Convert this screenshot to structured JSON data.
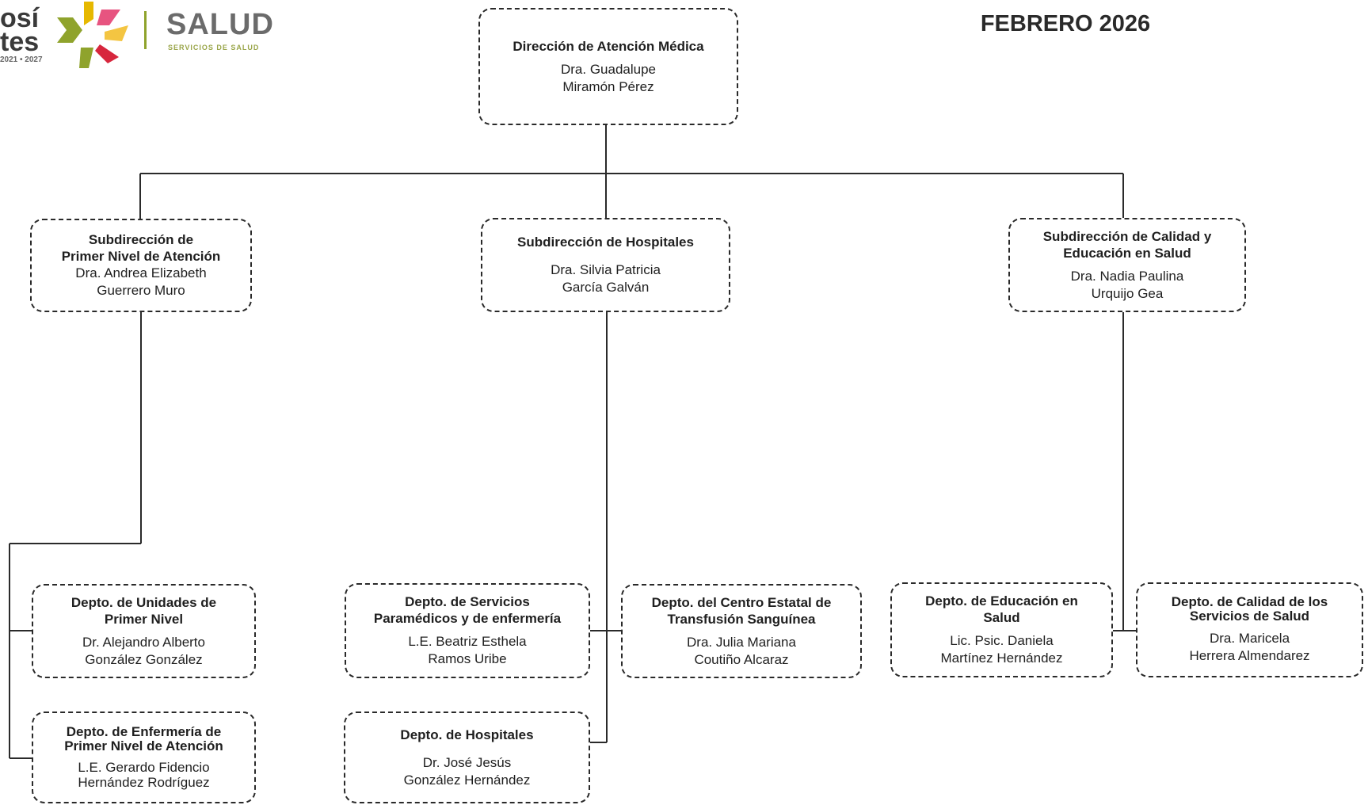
{
  "header": {
    "logo_fragment_1": "osí",
    "logo_fragment_2": "tes",
    "logo_fragment_3": "2021 • 2027",
    "logo_salud": "SALUD",
    "logo_salud_sub": "SERVICIOS DE SALUD",
    "date": "FEBRERO 2026"
  },
  "colors": {
    "logo_green": "#8fa32c",
    "logo_yellow": "#e6b800",
    "logo_pink": "#e75480",
    "logo_red": "#d7263d",
    "logo_gray": "#6b6b6b"
  },
  "nodes": {
    "direccion": {
      "title": "Dirección de Atención Médica",
      "name_lines": [
        "Dra. Guadalupe",
        "Miramón Pérez"
      ]
    },
    "sub_primer_nivel": {
      "title_lines": [
        "Subdirección de",
        "Primer Nivel de Atención"
      ],
      "name_lines": [
        "Dra. Andrea Elizabeth",
        "Guerrero Muro"
      ]
    },
    "sub_hospitales": {
      "title": "Subdirección de Hospitales",
      "name_lines": [
        "Dra. Silvia Patricia",
        "García Galván"
      ]
    },
    "sub_calidad": {
      "title_lines": [
        "Subdirección de Calidad  y",
        "Educación en Salud"
      ],
      "name_lines": [
        "Dra. Nadia Paulina",
        "Urquijo Gea"
      ]
    },
    "depto_unidades": {
      "title_lines": [
        "Depto. de Unidades de",
        "Primer Nivel"
      ],
      "name_lines": [
        "Dr. Alejandro Alberto",
        "González González"
      ]
    },
    "depto_enfermeria": {
      "title_lines": [
        "Depto. de Enfermería de",
        "Primer Nivel de Atención"
      ],
      "name_lines": [
        "L.E. Gerardo Fidencio",
        "Hernández Rodríguez"
      ]
    },
    "depto_paramedicos": {
      "title_lines": [
        "Depto. de Servicios",
        "Paramédicos y de enfermería"
      ],
      "name_lines": [
        "L.E. Beatriz Esthela",
        "Ramos Uribe"
      ]
    },
    "depto_hospitales": {
      "title": "Depto. de Hospitales",
      "name_lines": [
        "Dr. José Jesús",
        "González Hernández"
      ]
    },
    "depto_transfusion": {
      "title_lines": [
        "Depto. del Centro Estatal de",
        "Transfusión Sanguínea"
      ],
      "name_lines": [
        "Dra. Julia Mariana",
        "Coutiño Alcaraz"
      ]
    },
    "depto_educacion": {
      "title_lines": [
        "Depto. de Educación en",
        "Salud"
      ],
      "name_lines": [
        "Lic. Psic. Daniela",
        "Martínez Hernández"
      ]
    },
    "depto_calidad": {
      "title_lines": [
        "Depto. de Calidad de los",
        "Servicios de Salud"
      ],
      "name_lines": [
        "Dra. Maricela",
        "Herrera Almendarez"
      ]
    }
  }
}
